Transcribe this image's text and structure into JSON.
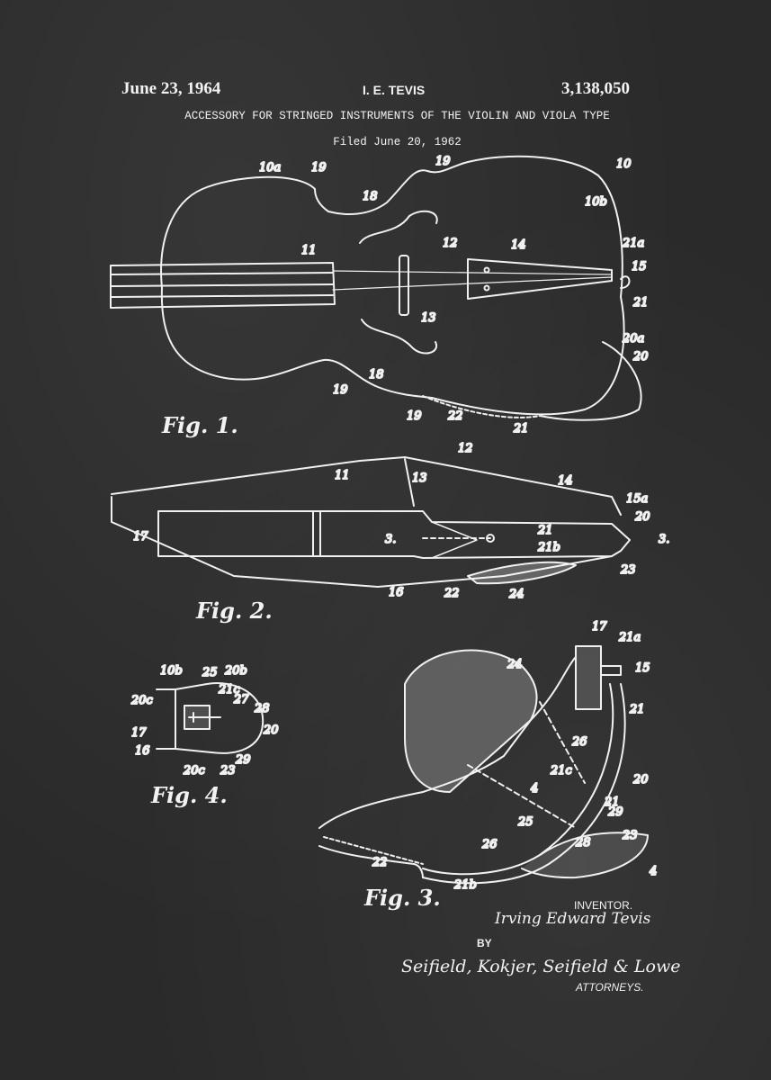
{
  "header": {
    "date": "June 23, 1964",
    "inventor": "I. E. TEVIS",
    "patent_number": "3,138,050",
    "title": "ACCESSORY FOR STRINGED INSTRUMENTS OF THE VIOLIN AND VIOLA TYPE",
    "filed": "Filed June 20, 1962"
  },
  "figures": {
    "fig1": "Fig. 1.",
    "fig2": "Fig. 2.",
    "fig3": "Fig. 3.",
    "fig4": "Fig. 4."
  },
  "signature": {
    "inventor_label": "INVENTOR.",
    "inventor_name": "Irving Edward Tevis",
    "by": "BY",
    "attorneys": "Seifield, Kokjer, Seifield & Lowe",
    "attorneys_label": "ATTORNEYS."
  },
  "colors": {
    "background": "#2a2a2a",
    "chalk": "#f2f2f2"
  }
}
